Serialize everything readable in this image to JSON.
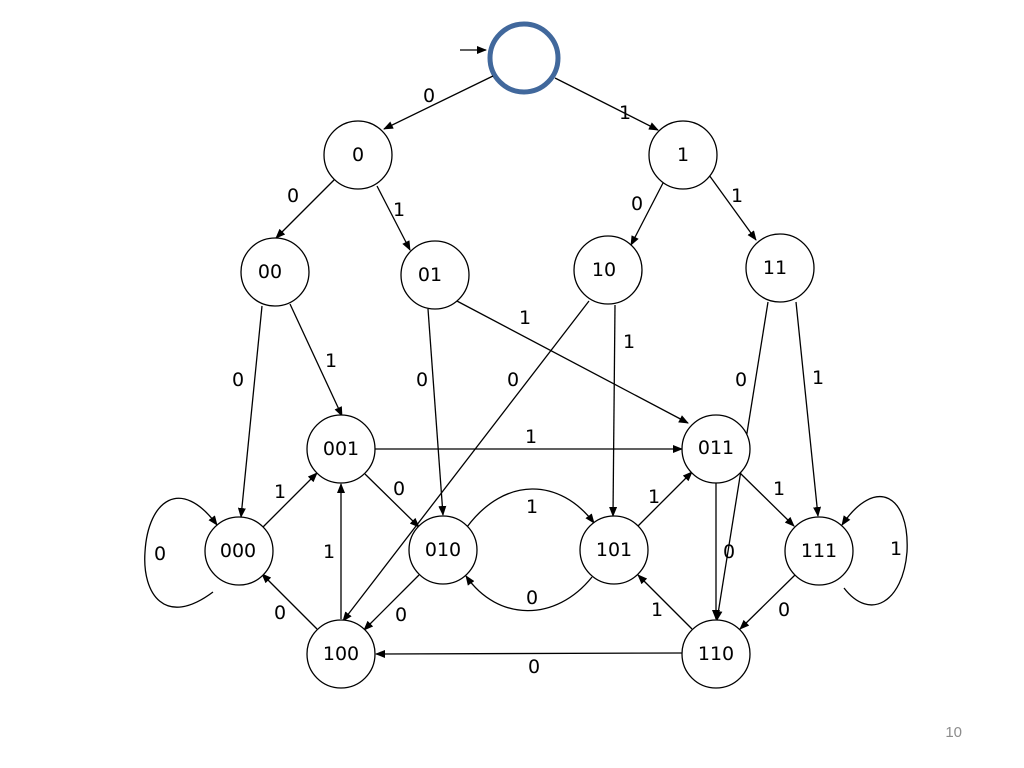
{
  "diagram": {
    "start_state": {
      "label": ""
    },
    "states": [
      {
        "id": "s_0",
        "label": "0"
      },
      {
        "id": "s_1",
        "label": "1"
      },
      {
        "id": "s_00",
        "label": "00"
      },
      {
        "id": "s_01",
        "label": "01"
      },
      {
        "id": "s_10",
        "label": "10"
      },
      {
        "id": "s_11",
        "label": "11"
      },
      {
        "id": "s_000",
        "label": "000"
      },
      {
        "id": "s_001",
        "label": "001"
      },
      {
        "id": "s_010",
        "label": "010"
      },
      {
        "id": "s_011",
        "label": "011"
      },
      {
        "id": "s_100",
        "label": "100"
      },
      {
        "id": "s_101",
        "label": "101"
      },
      {
        "id": "s_110",
        "label": "110"
      },
      {
        "id": "s_111",
        "label": "111"
      }
    ],
    "transitions": [
      {
        "from": "start",
        "to": "0",
        "label": "0"
      },
      {
        "from": "start",
        "to": "1",
        "label": "1"
      },
      {
        "from": "0",
        "to": "00",
        "label": "0"
      },
      {
        "from": "0",
        "to": "01",
        "label": "1"
      },
      {
        "from": "1",
        "to": "10",
        "label": "0"
      },
      {
        "from": "1",
        "to": "11",
        "label": "1"
      },
      {
        "from": "00",
        "to": "000",
        "label": "0"
      },
      {
        "from": "00",
        "to": "001",
        "label": "1"
      },
      {
        "from": "01",
        "to": "010",
        "label": "0"
      },
      {
        "from": "01",
        "to": "011",
        "label": "1"
      },
      {
        "from": "10",
        "to": "100",
        "label": "0"
      },
      {
        "from": "10",
        "to": "101",
        "label": "1"
      },
      {
        "from": "11",
        "to": "110",
        "label": "0"
      },
      {
        "from": "11",
        "to": "111",
        "label": "1"
      },
      {
        "from": "000",
        "to": "000",
        "label": "0"
      },
      {
        "from": "000",
        "to": "001",
        "label": "1"
      },
      {
        "from": "001",
        "to": "010",
        "label": "0"
      },
      {
        "from": "001",
        "to": "011",
        "label": "1"
      },
      {
        "from": "010",
        "to": "100",
        "label": "0"
      },
      {
        "from": "010",
        "to": "101",
        "label": "1"
      },
      {
        "from": "011",
        "to": "110",
        "label": "0"
      },
      {
        "from": "011",
        "to": "111",
        "label": "1"
      },
      {
        "from": "100",
        "to": "000",
        "label": "0"
      },
      {
        "from": "100",
        "to": "001",
        "label": "1"
      },
      {
        "from": "101",
        "to": "010",
        "label": "0"
      },
      {
        "from": "101",
        "to": "011",
        "label": "1"
      },
      {
        "from": "110",
        "to": "100",
        "label": "0"
      },
      {
        "from": "110",
        "to": "101",
        "label": "1"
      },
      {
        "from": "111",
        "to": "110",
        "label": "0"
      },
      {
        "from": "111",
        "to": "111",
        "label": "1"
      }
    ],
    "colors": {
      "start_state_stroke": "#41689c",
      "line": "#000000",
      "page_number": "#8c8c8c"
    }
  },
  "page": {
    "number": "10"
  }
}
